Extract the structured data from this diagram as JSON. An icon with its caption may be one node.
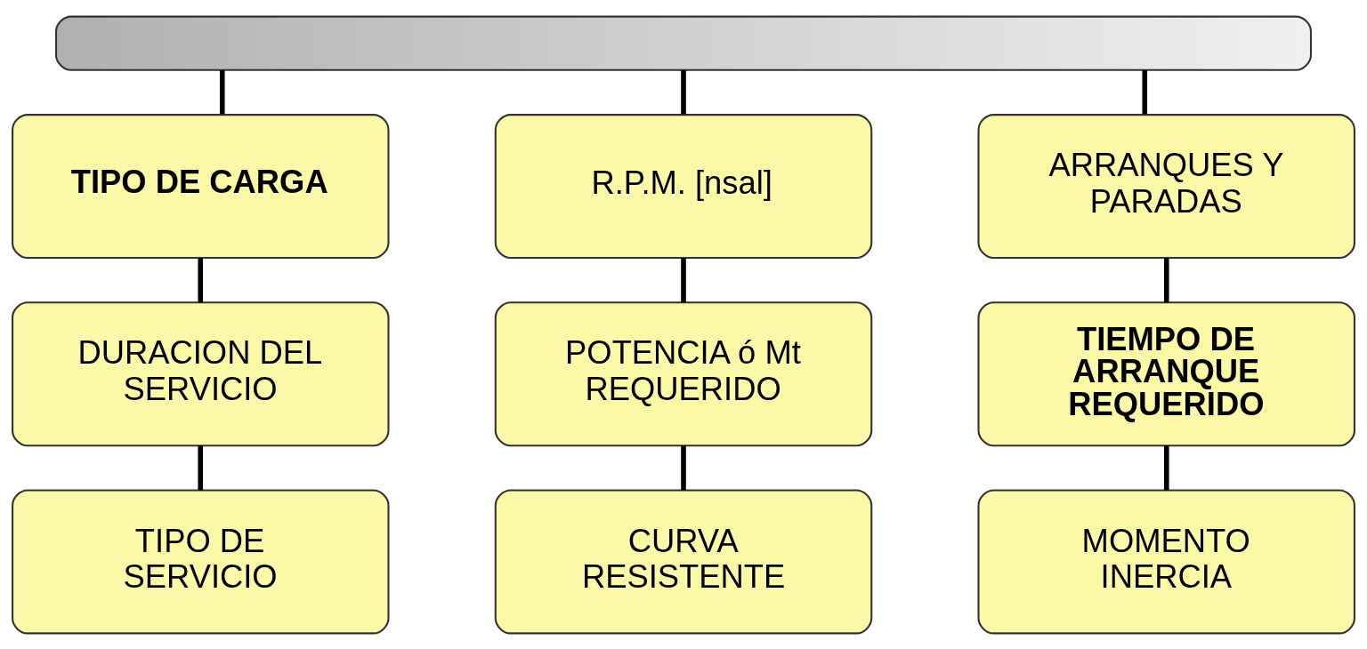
{
  "diagram": {
    "nodes": [
      {
        "text": [],
        "shape": "box"
      },
      {
        "text": [
          "TIPO DE CARGA"
        ]
      },
      {
        "text": [
          "R.P.M. [nsal]"
        ]
      },
      {
        "text": [
          "ARRANQUES Y PARADAS"
        ]
      },
      {
        "text": [
          "DURACION DEL SERVICIO"
        ]
      },
      {
        "text": [
          "POTENCIA ó Mt REQUERIDO"
        ]
      },
      {
        "text": [
          "TIEMPO DE ARRANQUE REQUERIDO"
        ]
      },
      {
        "text": [
          "TIPO DE SERVICIO"
        ]
      },
      {
        "text": [
          "CURVA RESISTENTE"
        ]
      },
      {
        "text": [
          "MOMENTO INERCIA"
        ]
      }
    ],
    "edges": [
      {
        "from": 0,
        "to": 1,
        "arrow": "none"
      },
      {
        "from": 0,
        "to": 2,
        "arrow": "none"
      },
      {
        "from": 0,
        "to": 3,
        "arrow": "none"
      },
      {
        "from": 1,
        "to": 4,
        "arrow": "none"
      },
      {
        "from": 2,
        "to": 5,
        "arrow": "none"
      },
      {
        "from": 3,
        "to": 6,
        "arrow": "none"
      },
      {
        "from": 4,
        "to": 7,
        "arrow": "none"
      },
      {
        "from": 5,
        "to": 8,
        "arrow": "none"
      },
      {
        "from": 6,
        "to": 9,
        "arrow": "none"
      }
    ]
  }
}
